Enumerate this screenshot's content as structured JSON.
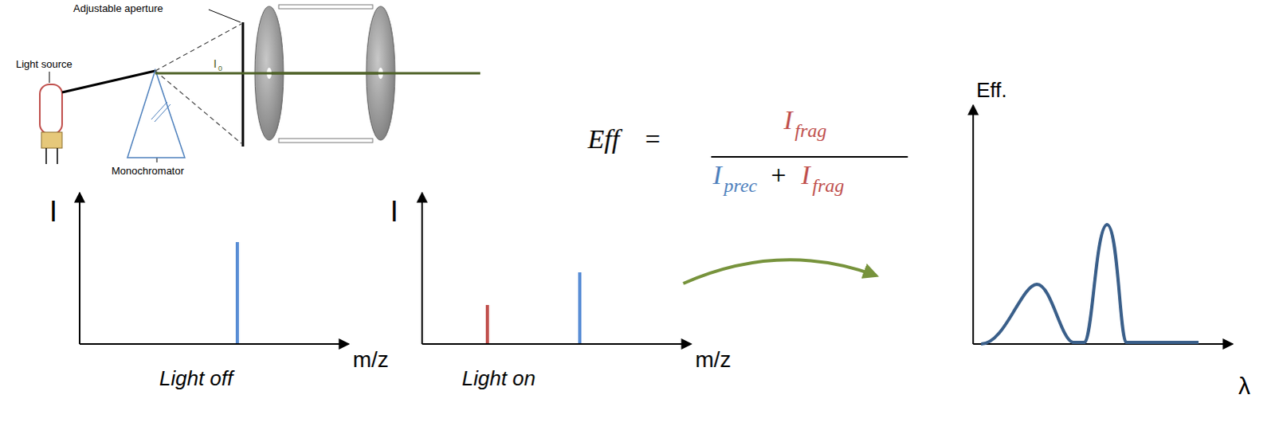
{
  "diagram": {
    "labels": [
      "Adjustable aperture",
      "Light source",
      "Monochromator",
      "I",
      "0",
      "I",
      "m/z",
      "Light off",
      "I",
      "m/z",
      "Light on",
      "Eff",
      "=",
      "I",
      "frag",
      "I",
      "prec",
      "+",
      "I",
      "frag",
      "Eff.",
      "λ"
    ]
  }
}
